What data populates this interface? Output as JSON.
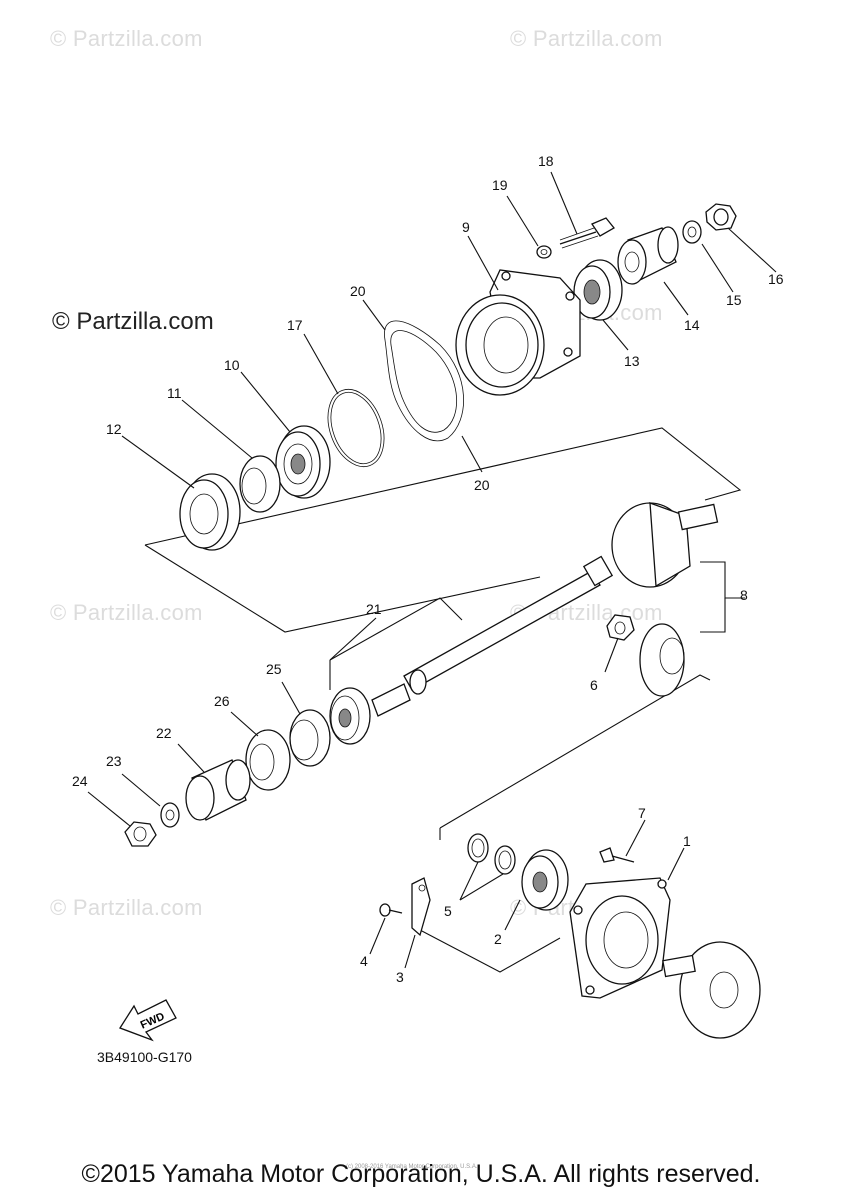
{
  "watermarks": {
    "light": "© Partzilla.com",
    "dark": "© Partzilla.com"
  },
  "callouts": [
    {
      "id": "1",
      "text": "1"
    },
    {
      "id": "2",
      "text": "2"
    },
    {
      "id": "3",
      "text": "3"
    },
    {
      "id": "4",
      "text": "4"
    },
    {
      "id": "5",
      "text": "5"
    },
    {
      "id": "6",
      "text": "6"
    },
    {
      "id": "7",
      "text": "7"
    },
    {
      "id": "8",
      "text": "8"
    },
    {
      "id": "9",
      "text": "9"
    },
    {
      "id": "10",
      "text": "10"
    },
    {
      "id": "11",
      "text": "11"
    },
    {
      "id": "12",
      "text": "12"
    },
    {
      "id": "13",
      "text": "13"
    },
    {
      "id": "14",
      "text": "14"
    },
    {
      "id": "15",
      "text": "15"
    },
    {
      "id": "16",
      "text": "16"
    },
    {
      "id": "17",
      "text": "17"
    },
    {
      "id": "18",
      "text": "18"
    },
    {
      "id": "19",
      "text": "19"
    },
    {
      "id": "20a",
      "text": "20"
    },
    {
      "id": "20b",
      "text": "20"
    },
    {
      "id": "21",
      "text": "21"
    },
    {
      "id": "22",
      "text": "22"
    },
    {
      "id": "23",
      "text": "23"
    },
    {
      "id": "24",
      "text": "24"
    },
    {
      "id": "25",
      "text": "25"
    },
    {
      "id": "26",
      "text": "26"
    }
  ],
  "fwd_label": "FWD",
  "figure_code": "3B49100-G170",
  "tiny_credit": "(c) 2008-2016 Yamaha Motor Corporation, U.S.A.",
  "copyright": "©2015 Yamaha Motor Corporation, U.S.A. All rights reserved."
}
